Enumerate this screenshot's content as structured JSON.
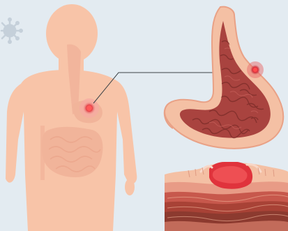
{
  "illustration": {
    "subject": "stomach ulcer",
    "panels": [
      "human-silhouette",
      "stomach-closeup",
      "ulcer-cross-section"
    ],
    "colors": {
      "background": "#e3ebf1",
      "skin": "#f8c4a8",
      "organ_pale": "#f1b49a",
      "stomach_outer": "#f4c0a4",
      "stomach_inner": "#a9433f",
      "ulcer_highlight": "#e0333c",
      "tissue_dark": "#8c3a2f",
      "virus": "#c5d0da"
    }
  }
}
